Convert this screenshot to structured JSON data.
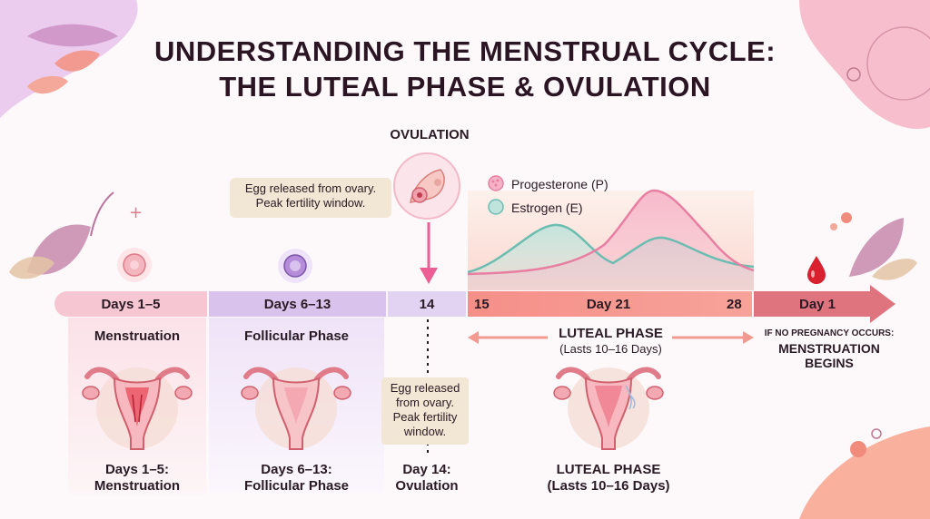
{
  "title": {
    "line1": "UNDERSTANDING THE MENSTRUAL CYCLE:",
    "line2": "THE LUTEAL PHASE & OVULATION"
  },
  "ovulation": {
    "heading": "OVULATION",
    "callout_line1": "Egg released from ovary.",
    "callout_line2": "Peak fertility window."
  },
  "legend": {
    "progesterone": "Progesterone (P)",
    "estrogen": "Estrogen (E)"
  },
  "timeline": {
    "seg1": "Days 1–5",
    "seg2": "Days 6–13",
    "seg3": "14",
    "seg4_start": "15",
    "seg4_mid": "Day 21",
    "seg4_end": "28",
    "seg5": "Day 1"
  },
  "phases": {
    "menstruation": "Menstruation",
    "follicular": "Follicular Phase",
    "luteal_title": "LUTEAL PHASE",
    "luteal_sub": "(Lasts 10–16 Days)",
    "no_preg_small": "IF NO PREGNANCY OCCURS:",
    "no_preg_line1": "MENSTRUATION",
    "no_preg_line2": "BEGINS"
  },
  "mid_note": {
    "line1": "Egg released",
    "line2": "from ovary.",
    "line3": "Peak fertility",
    "line4": "window."
  },
  "captions": {
    "c1_line1": "Days 1–5:",
    "c1_line2": "Menstruation",
    "c2_line1": "Days 6–13:",
    "c2_line2": "Follicular Phase",
    "c3_line1": "Day 14:",
    "c3_line2": "Ovulation",
    "c4_line1": "LUTEAL PHASE",
    "c4_line2": "(Lasts 10–16 Days)"
  },
  "colors": {
    "menstruation": "#f6c6d2",
    "follicular": "#d9c3ec",
    "ovulation": "#e3d3f3",
    "luteal": "#f58f88",
    "day1": "#e0747e",
    "progesterone": "#e87fa2",
    "estrogen": "#6cbdb1"
  }
}
